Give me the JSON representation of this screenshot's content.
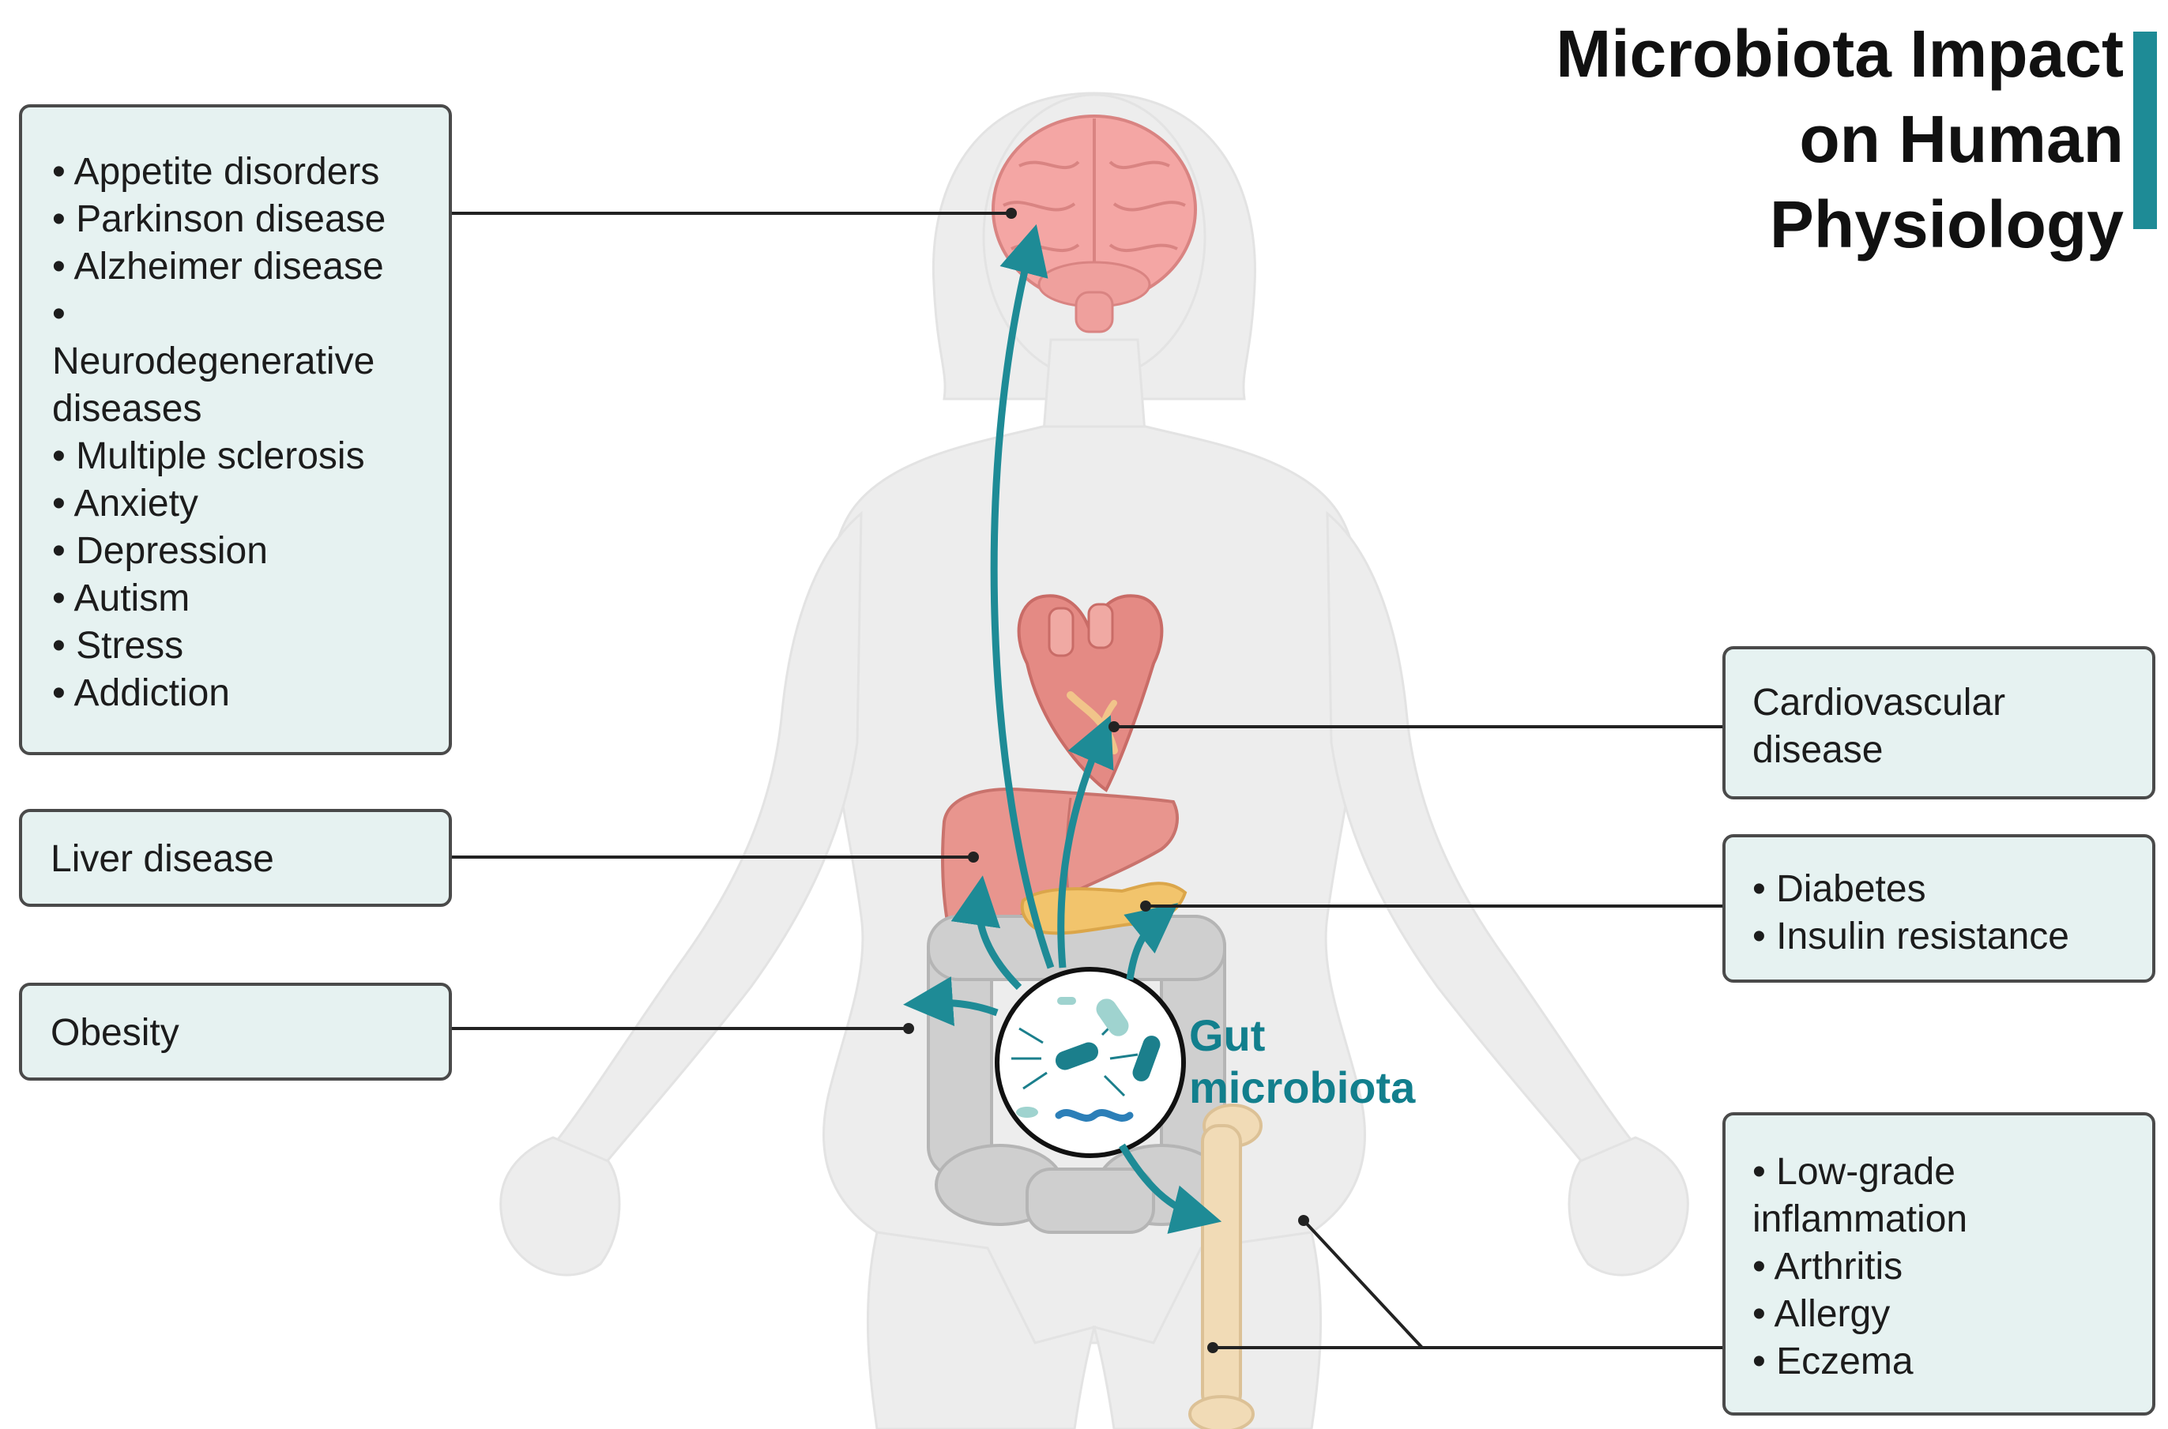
{
  "title": {
    "line1": "Microbiota Impact",
    "line2": "on Human",
    "line3": "Physiology"
  },
  "colors": {
    "accent": "#1e8b96",
    "box_fill": "#e6f2f1",
    "box_border": "#4a4a4a",
    "body_silhouette": "#ededed",
    "brain": "#f4a6a4",
    "heart": "#e48a84",
    "liver": "#e8958e",
    "pancreas": "#f2c46c",
    "intestine": "#cfcfcf",
    "bone": "#f1dbb6"
  },
  "boxes": {
    "brain": {
      "items": [
        "• Appetite disorders",
        "• Parkinson disease",
        "• Alzheimer disease",
        "•",
        "Neurodegenerative",
        "diseases",
        "• Multiple sclerosis",
        "• Anxiety",
        "• Depression",
        "• Autism",
        "• Stress",
        "• Addiction"
      ]
    },
    "liver": {
      "items": [
        "Liver disease"
      ]
    },
    "obesity": {
      "items": [
        "Obesity"
      ]
    },
    "cardio": {
      "items": [
        "Cardiovascular",
        "disease"
      ]
    },
    "pancreas": {
      "items": [
        "• Diabetes",
        "• Insulin resistance"
      ]
    },
    "immune": {
      "items": [
        "• Low-grade",
        "inflammation",
        "• Arthritis",
        "• Allergy",
        "• Eczema"
      ]
    }
  },
  "gut": {
    "line1": "Gut",
    "line2": "microbiota"
  },
  "icons": [
    "brain-icon",
    "heart-icon",
    "liver-icon",
    "pancreas-icon",
    "intestine-icon",
    "femur-bone-icon",
    "bacteria-icon",
    "body-silhouette-icon"
  ]
}
